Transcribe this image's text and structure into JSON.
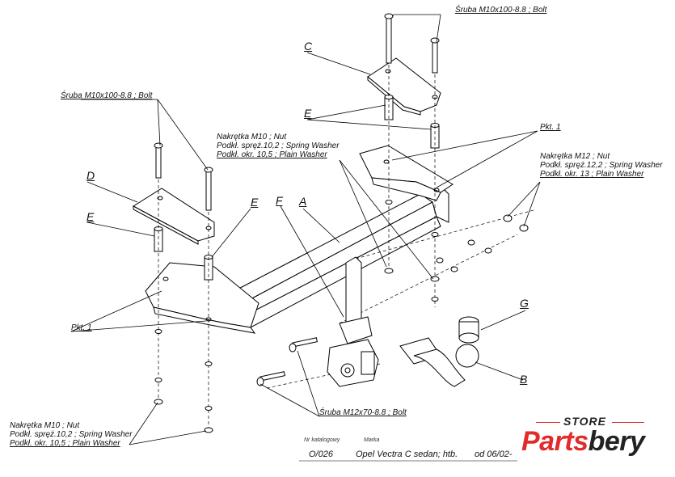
{
  "labels": {
    "bolt_top": "Śruba M10x100-8.8 ;  Bolt",
    "bolt_left": "Śruba M10x100-8.8 ;  Bolt",
    "nut_mid_1": "Nakrętka  M10 ; Nut",
    "nut_mid_2": "Podkł. spręż.10,2 ; Spring Washer",
    "nut_mid_3": "Podkł. okr. 10,5 ; Plain Washer",
    "nut_right_1": "Nakrętka  M12 ; Nut",
    "nut_right_2": "Podkł. spręż.12,2 ; Spring Washer",
    "nut_right_3": "Podkł. okr. 13 ; Plain Washer",
    "nut_bottom_1": "Nakrętka  M10 ; Nut",
    "nut_bottom_2": "Podkł. spręż.10,2 ; Spring Washer",
    "nut_bottom_3": "Podkł. okr. 10,5 ; Plain Washer",
    "bolt_bottom": "Śruba M12x70-8.8 ;  Bolt",
    "pkt_right": "Pkt. 1",
    "pkt_left": "Pkt. 1"
  },
  "letters": {
    "c": "C",
    "e_top": "E",
    "d": "D",
    "e_left": "E",
    "e_mid": "E",
    "f": "F",
    "a": "A",
    "g": "G",
    "b": "B"
  },
  "footer": {
    "catalog_label": "Nr katalogowy",
    "catalog_no": "O/026",
    "brand_label": "Marka",
    "model": "Opel Vectra C sedan; htb.",
    "from": "od 06/02-"
  },
  "logo": {
    "store": "STORE",
    "brand_a": "Parts",
    "brand_b": "bery",
    "accent": "#e32b2b"
  }
}
